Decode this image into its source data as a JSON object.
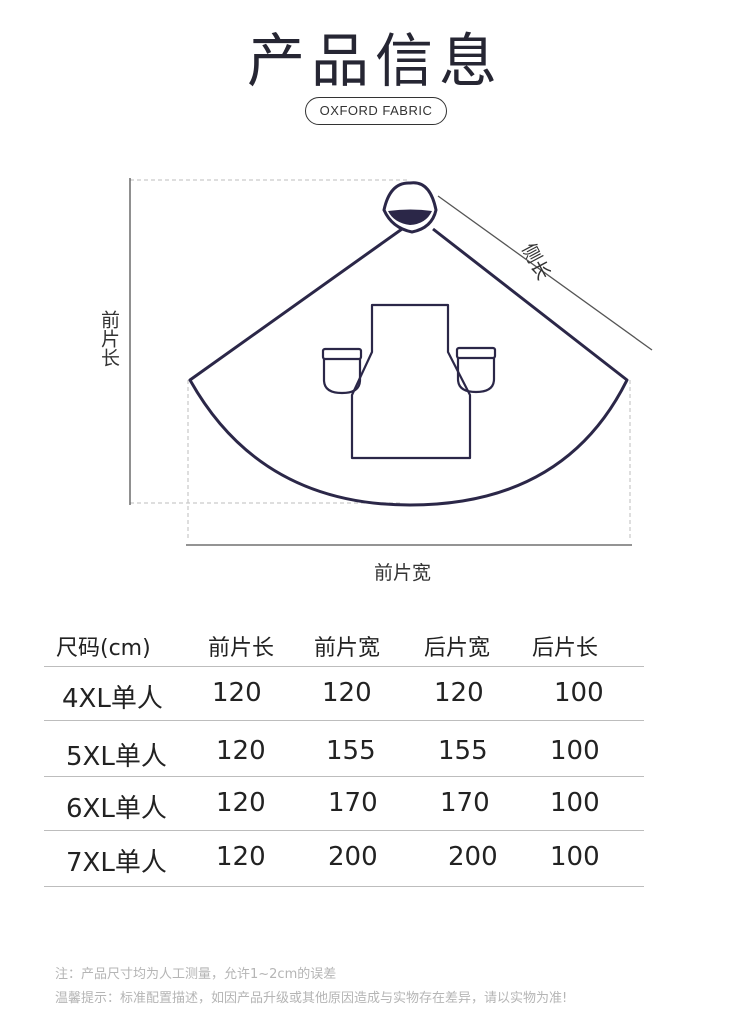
{
  "title": "产品信息",
  "badge": "OXFORD FABRIC",
  "diagram": {
    "label_side_length": "侧长",
    "label_front_length": "前片长",
    "label_front_width": "前片宽"
  },
  "table": {
    "headers": [
      "尺码(cm)",
      "前片长",
      "前片宽",
      "后片宽",
      "后片长"
    ],
    "rows": [
      [
        "4XL单人",
        "120",
        "120",
        "120",
        "100"
      ],
      [
        "5XL单人",
        "120",
        "155",
        "155",
        "100"
      ],
      [
        "6XL单人",
        "120",
        "170",
        "170",
        "100"
      ],
      [
        "7XL单人",
        "120",
        "200",
        "200",
        "100"
      ]
    ]
  },
  "notes": [
    "注：产品尺寸均为人工测量，允许1~2cm的误差",
    "温馨提示：标准配置描述，如因产品升级或其他原因造成与实物存在差异，请以实物为准!"
  ]
}
